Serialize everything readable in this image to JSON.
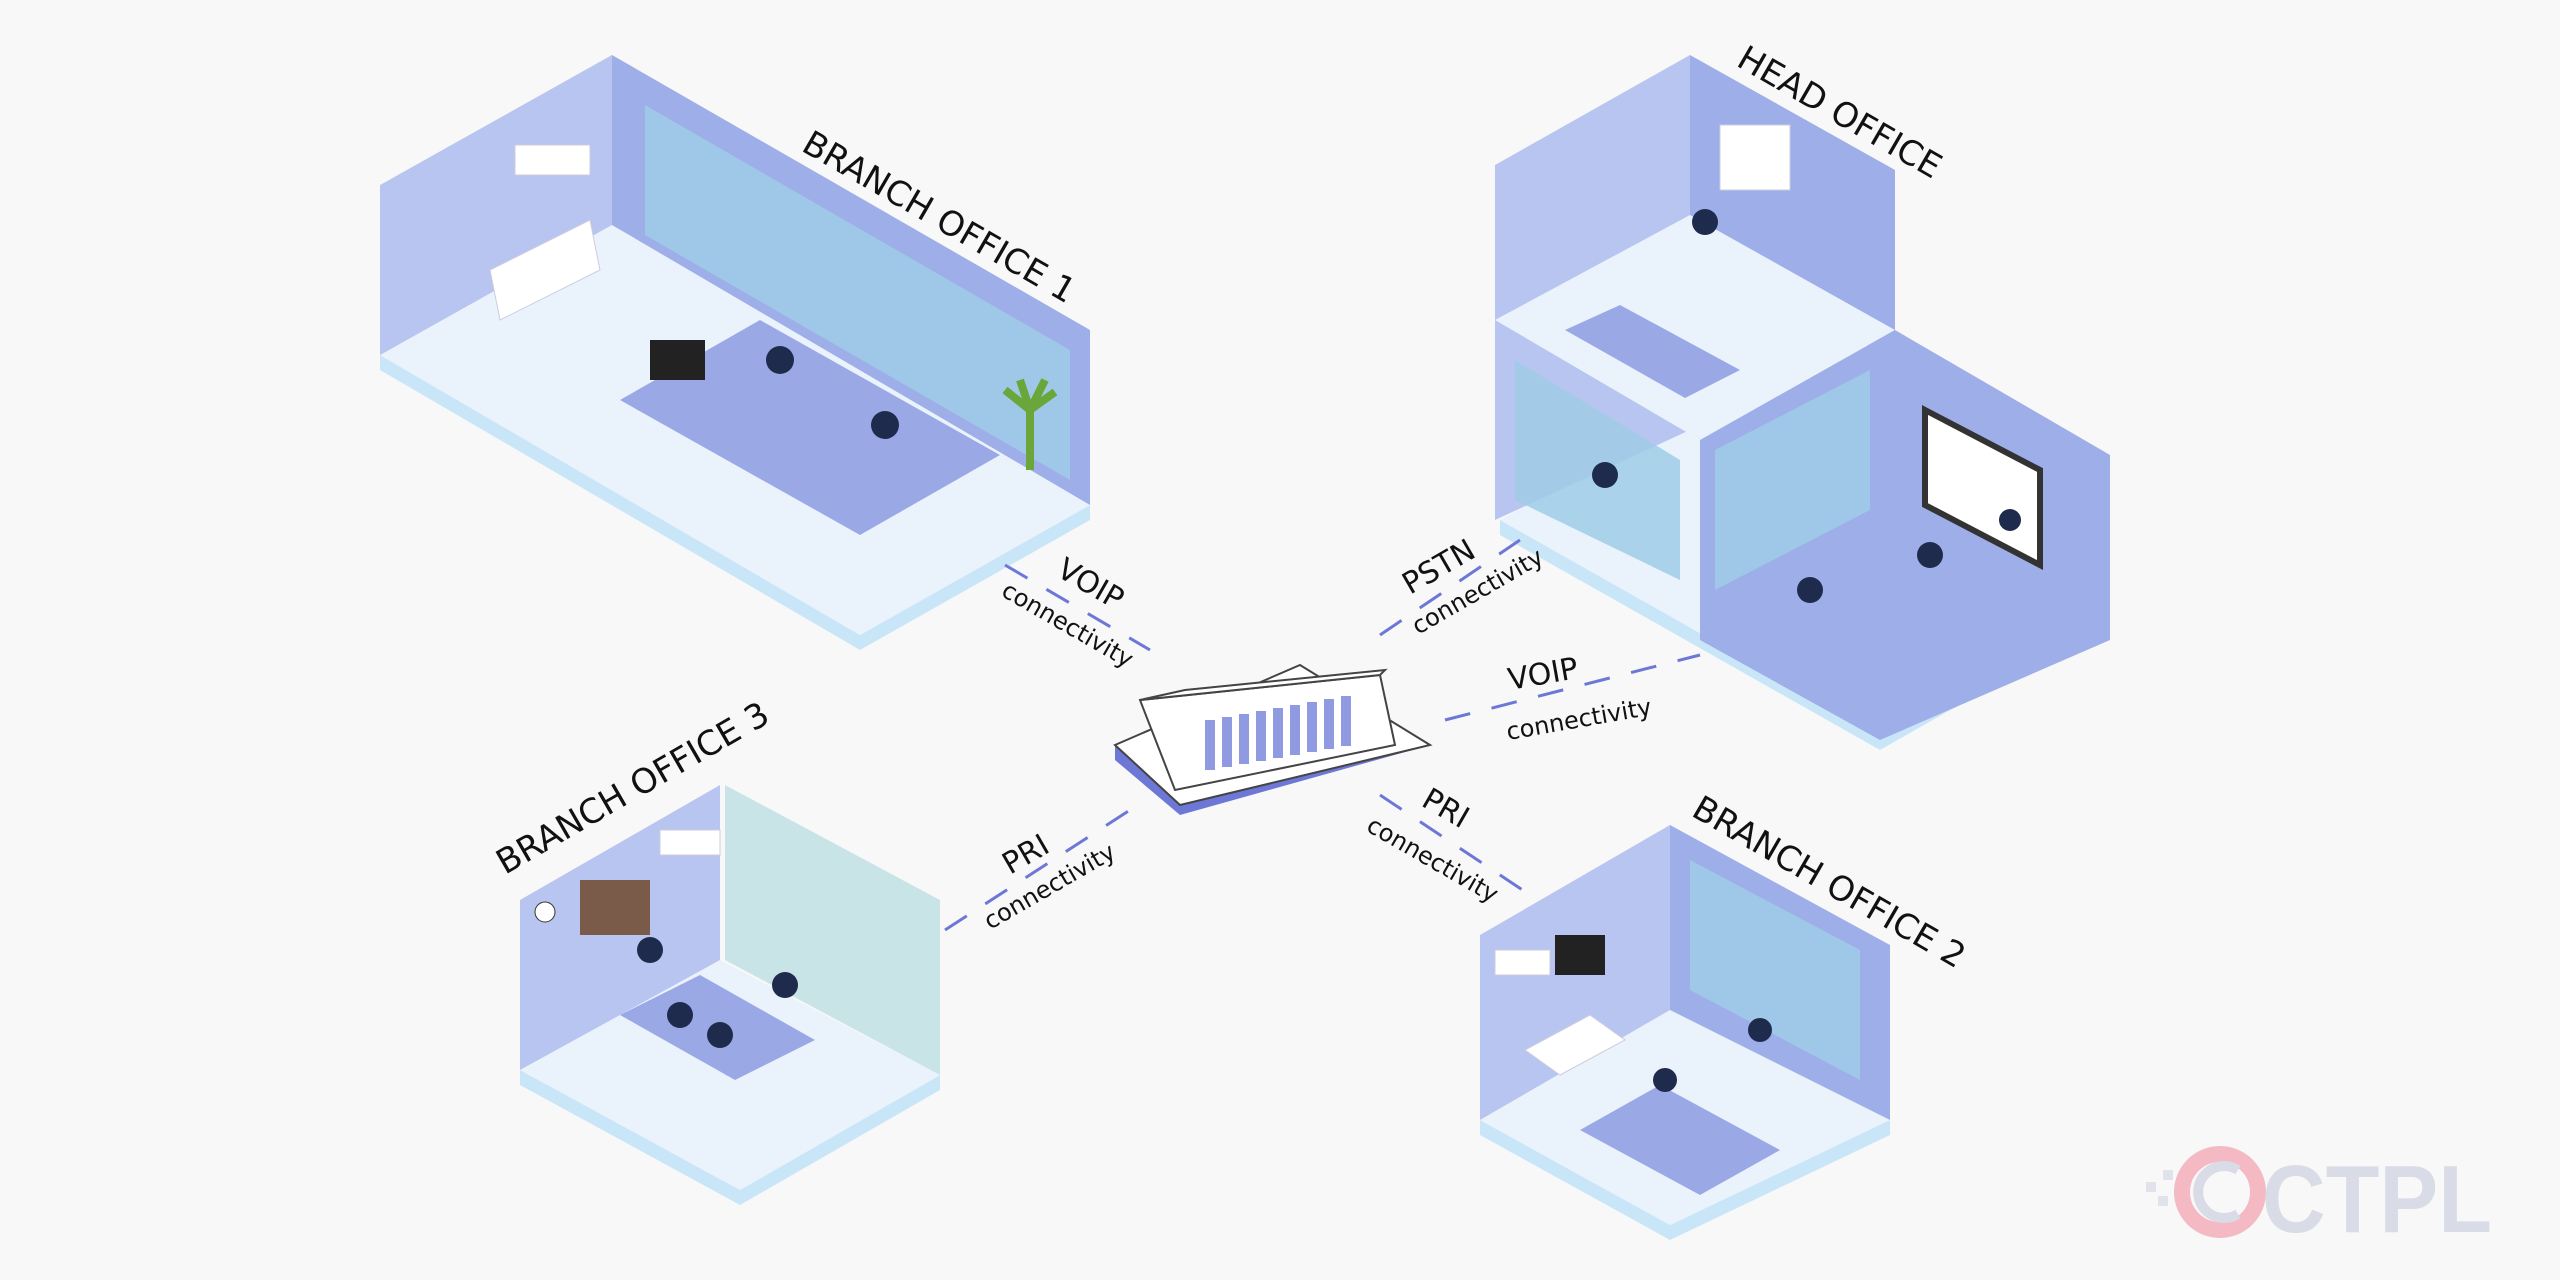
{
  "offices": {
    "branch1": "BRANCH OFFICE 1",
    "head": "HEAD OFFICE",
    "branch3": "BRANCH OFFICE 3",
    "branch2": "BRANCH OFFICE 2"
  },
  "links": [
    {
      "protocol": "VOIP",
      "sub": "connectivity"
    },
    {
      "protocol": "PSTN",
      "sub": "connectivity"
    },
    {
      "protocol": "VOIP",
      "sub": "connectivity"
    },
    {
      "protocol": "PRI",
      "sub": "connectivity"
    },
    {
      "protocol": "PRI",
      "sub": "connectivity"
    }
  ],
  "logo": "CTPL",
  "colors": {
    "accent": "#6d78d6",
    "wall": "#b8c5f0",
    "logo_red": "#f4b9c3",
    "logo_grey": "#d9dbe6"
  }
}
